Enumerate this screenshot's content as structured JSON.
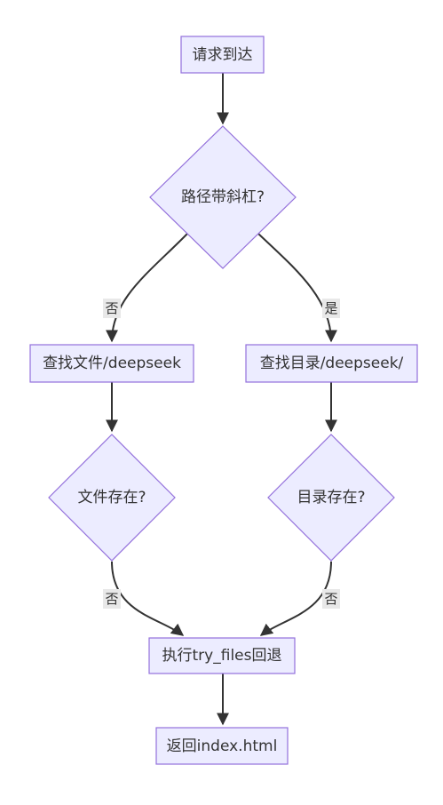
{
  "nodes": {
    "request": "请求到达",
    "slash_check": "路径带斜杠?",
    "find_file": "查找文件/deepseek",
    "find_dir": "查找目录/deepseek/",
    "file_exists": "文件存在?",
    "dir_exists": "目录存在?",
    "try_files": "执行try_files回退",
    "return_index": "返回index.html"
  },
  "edges": {
    "slash_no": "否",
    "slash_yes": "是",
    "file_no": "否",
    "dir_no": "否"
  },
  "colors": {
    "node_fill": "#ececff",
    "node_stroke": "#9370db",
    "edge": "#333333",
    "label_bg": "#e8e8e8"
  }
}
